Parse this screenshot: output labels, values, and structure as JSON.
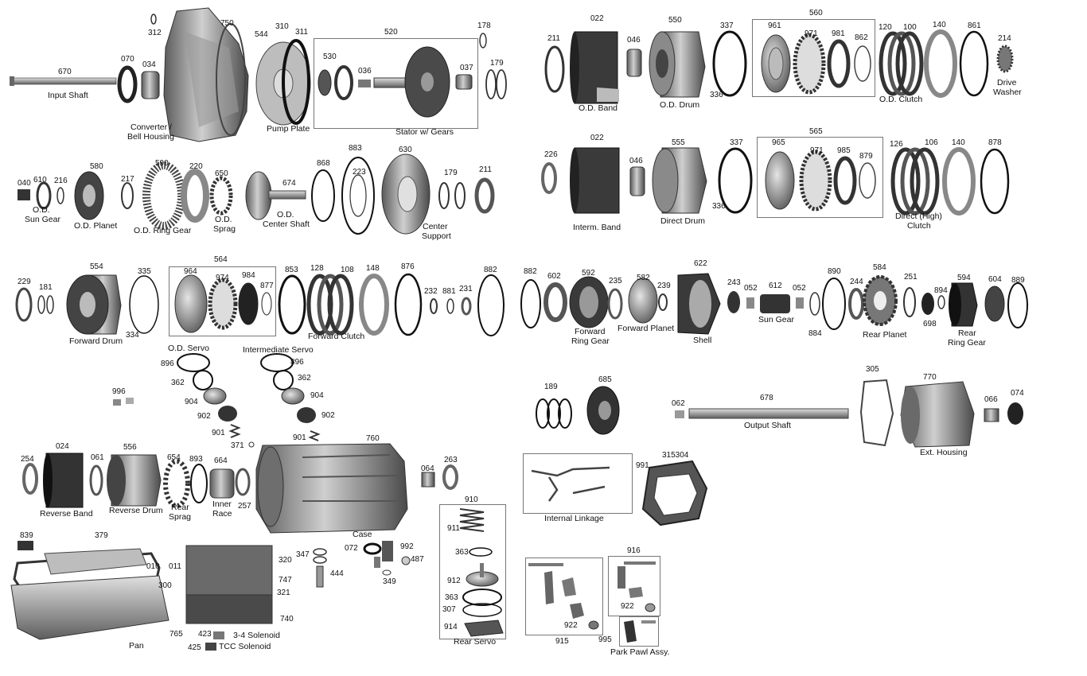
{
  "part_numbers": {
    "n312": "312",
    "n750": "750",
    "n544": "544",
    "n310": "310",
    "n311": "311",
    "n520": "520",
    "n178": "178",
    "n670": "670",
    "n070": "070",
    "n034": "034",
    "n530": "530",
    "n036": "036",
    "n037": "037",
    "n179a": "179",
    "n022a": "022",
    "n550": "550",
    "n337a": "337",
    "n560": "560",
    "n961": "961",
    "n971a": "971",
    "n981": "981",
    "n862": "862",
    "n120": "120",
    "n100": "100",
    "n140a": "140",
    "n861": "861",
    "n214": "214",
    "n211a": "211",
    "n046a": "046",
    "n336a": "336",
    "n580": "580",
    "n590": "590",
    "n220": "220",
    "n650": "650",
    "n040": "040",
    "n610": "610",
    "n216": "216",
    "n217": "217",
    "n674": "674",
    "n868": "868",
    "n883": "883",
    "n223": "223",
    "n630": "630",
    "n179b": "179",
    "n211b": "211",
    "n226": "226",
    "n022b": "022",
    "n046b": "046",
    "n555": "555",
    "n337b": "337",
    "n336b": "336",
    "n565": "565",
    "n965": "965",
    "n971b": "971",
    "n985": "985",
    "n879": "879",
    "n126": "126",
    "n106": "106",
    "n140b": "140",
    "n878": "878",
    "n554": "554",
    "n564": "564",
    "n335": "335",
    "n964": "964",
    "n974": "974",
    "n984": "984",
    "n877": "877",
    "n229": "229",
    "n181": "181",
    "n334": "334",
    "n853": "853",
    "n128": "128",
    "n108": "108",
    "n148": "148",
    "n876": "876",
    "n232": "232",
    "n881": "881",
    "n231": "231",
    "n882a": "882",
    "n882b": "882",
    "n602": "602",
    "n592": "592",
    "n235": "235",
    "n582": "582",
    "n239": "239",
    "n622": "622",
    "n243": "243",
    "n052a": "052",
    "n612": "612",
    "n052b": "052",
    "n890": "890",
    "n244": "244",
    "n584": "584",
    "n251": "251",
    "n894": "894",
    "n594": "594",
    "n604": "604",
    "n889": "889",
    "n884": "884",
    "n698": "698",
    "n896a": "896",
    "n362a": "362",
    "n904a": "904",
    "n902a": "902",
    "n901a": "901",
    "n896b": "896",
    "n362b": "362",
    "n904b": "904",
    "n902b": "902",
    "n901b": "901",
    "n371": "371",
    "n996": "996",
    "n760": "760",
    "n189": "189",
    "n685": "685",
    "n305": "305",
    "n770": "770",
    "n062": "062",
    "n678": "678",
    "n066": "066",
    "n074": "074",
    "n024": "024",
    "n556": "556",
    "n254": "254",
    "n061": "061",
    "n654": "654",
    "n893": "893",
    "n664": "664",
    "n257": "257",
    "n064": "064",
    "n263": "263",
    "n991": "991",
    "n315304": "315304",
    "n910": "910",
    "n911": "911",
    "n363a": "363",
    "n912": "912",
    "n363b": "363",
    "n307": "307",
    "n914": "914",
    "n839": "839",
    "n379": "379",
    "n010": "010",
    "n011": "011",
    "n300": "300",
    "n765": "765",
    "n320": "320",
    "n747": "747",
    "n321": "321",
    "n740": "740",
    "n347": "347",
    "n444": "444",
    "n423": "423",
    "n425": "425",
    "n072": "072",
    "n992": "992",
    "n487": "487",
    "n349": "349",
    "n916": "916",
    "n922a": "922",
    "n922b": "922",
    "n915": "915",
    "n995": "995"
  },
  "labels": {
    "input_shaft": "Input Shaft",
    "converter_1": "Converter /",
    "converter_2": "Bell Housing",
    "pump_plate": "Pump Plate",
    "stator": "Stator w/ Gears",
    "od_band": "O.D. Band",
    "od_drum": "O.D. Drum",
    "od_clutch": "O.D. Clutch",
    "drive_1": "Drive",
    "drive_2": "Washer",
    "od_sun_1": "O.D.",
    "od_sun_2": "Sun Gear",
    "od_planet": "O.D. Planet",
    "od_ring": "O.D. Ring Gear",
    "od_sprag_1": "O.D.",
    "od_sprag_2": "Sprag",
    "od_cs_1": "O.D.",
    "od_cs_2": "Center Shaft",
    "center_1": "Center",
    "center_2": "Support",
    "interm_band": "Interm. Band",
    "direct_drum": "Direct Drum",
    "direct_1": "Direct (High)",
    "direct_2": "Clutch",
    "forward_drum": "Forward Drum",
    "forward_clutch": "Forward Clutch",
    "fwd_ring_1": "Forward",
    "fwd_ring_2": "Ring Gear",
    "fwd_planet": "Forward Planet",
    "shell": "Shell",
    "sun_gear": "Sun Gear",
    "rear_planet": "Rear Planet",
    "rear_ring_1": "Rear",
    "rear_ring_2": "Ring Gear",
    "od_servo": "O.D. Servo",
    "int_servo": "Intermediate Servo",
    "output_shaft": "Output Shaft",
    "ext_housing": "Ext. Housing",
    "reverse_band": "Reverse Band",
    "reverse_drum": "Reverse Drum",
    "rear_sprag_1": "Rear",
    "rear_sprag_2": "Sprag",
    "inner_1": "Inner",
    "inner_2": "Race",
    "case": "Case",
    "internal_linkage": "Internal Linkage",
    "rear_servo": "Rear Servo",
    "pan": "Pan",
    "sol_34": "3-4 Solenoid",
    "tcc_sol": "TCC Solenoid",
    "park_pawl": "Park Pawl Assy."
  },
  "colors": {
    "metal_dark": "#3a3a3a",
    "metal_mid": "#7a7a7a",
    "metal_light": "#b8b8b8",
    "outline": "#222222",
    "box": "#777777"
  }
}
